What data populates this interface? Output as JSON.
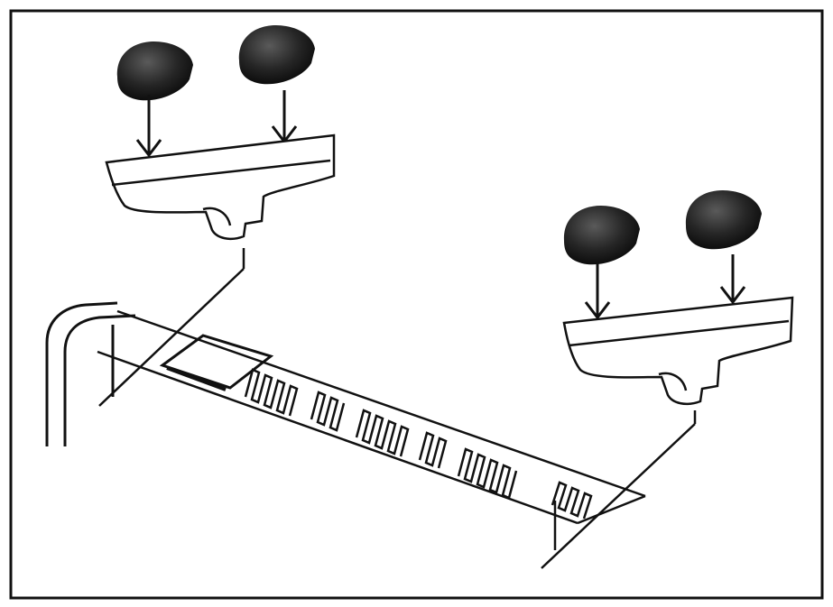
{
  "colors": {
    "background": "#ffffff",
    "line": "#111111",
    "knob_dark": "#1a1a1a",
    "knob_highlight": "#555555"
  },
  "elements": {
    "knobs": 4,
    "arrows": 4,
    "trays": 2
  }
}
